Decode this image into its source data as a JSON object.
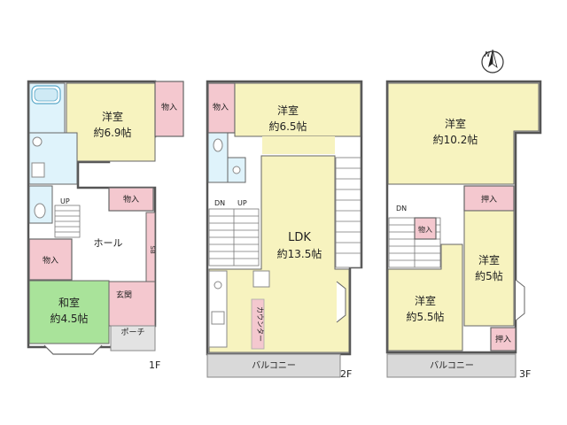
{
  "colors": {
    "western_room": "#f7f3bf",
    "japanese_room": "#a9e39a",
    "storage": "#f4c8cf",
    "wet_area": "#dff3fb",
    "balcony": "#d9d9d9",
    "porch": "#e3e3e3",
    "wall": "#555555"
  },
  "floor1": {
    "label": "1F",
    "western_room": "洋室",
    "western_room_size": "約6.9帖",
    "storage_top": "物入",
    "storage_mid": "物入",
    "storage_left": "物入",
    "hall": "ホール",
    "shoe_box": "SB",
    "up": "UP",
    "japanese_room": "和室",
    "japanese_room_size": "約4.5帖",
    "entrance": "玄関",
    "porch": "ポーチ"
  },
  "floor2": {
    "label": "2F",
    "storage": "物入",
    "western_room": "洋室",
    "western_room_size": "約6.5帖",
    "dn": "DN",
    "up": "UP",
    "ldk": "LDK",
    "ldk_size": "約13.5帖",
    "counter": "カウンター",
    "balcony": "バルコニー"
  },
  "floor3": {
    "label": "3F",
    "western_room_a": "洋室",
    "western_room_a_size": "約10.2帖",
    "closet_top": "押入",
    "dn": "DN",
    "storage": "物入",
    "western_room_b": "洋室",
    "western_room_b_size": "約5帖",
    "western_room_c": "洋室",
    "western_room_c_size": "約5.5帖",
    "closet_bottom": "押入",
    "balcony": "バルコニー",
    "north": "N"
  }
}
